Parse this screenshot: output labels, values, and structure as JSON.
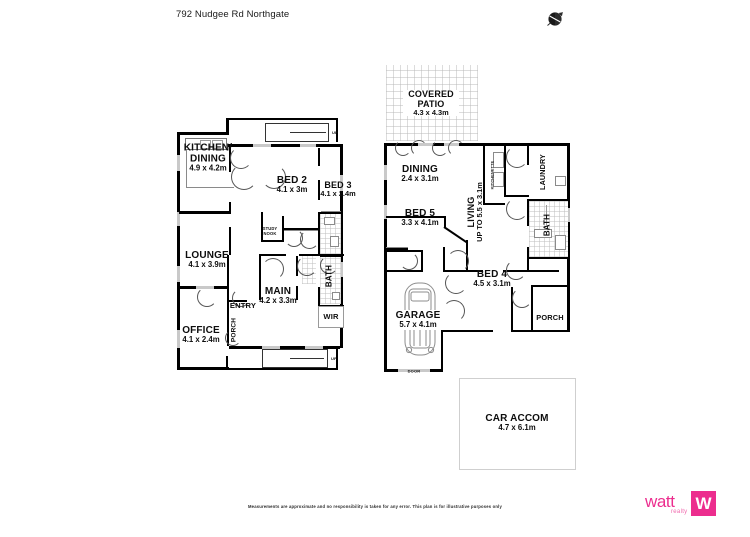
{
  "header": {
    "title": "792 Nudgee Rd Northgate",
    "compass_icon": "compass-north-arrow-icon"
  },
  "footer": {
    "disclaimer": "Measurements are approximate and no responsibility is taken for any error. This plan is for illustrative purposes only",
    "logo": {
      "word": "watt",
      "sub": "realty",
      "mark": "W",
      "color": "#ec2d8e"
    }
  },
  "floorplan": {
    "left_plan": {
      "rooms": [
        {
          "name": "KITCHEN/",
          "name2": "DINING",
          "dim": "4.9 x 4.2m"
        },
        {
          "name": "BED 2",
          "dim": "4.1 x 3m"
        },
        {
          "name": "BED 3",
          "dim": "4.1 x 2.4m"
        },
        {
          "name": "LOUNGE",
          "dim": "4.1 x 3.9m"
        },
        {
          "name": "MAIN",
          "dim": "4.2 x 3.3m"
        },
        {
          "name": "OFFICE",
          "dim": "4.1 x 2.4m"
        }
      ],
      "small_labels": {
        "entry": "ENTRY",
        "porch": "PORCH",
        "wir": "WIR",
        "bath": "BATH",
        "study_nook_1": "STUDY",
        "study_nook_2": "NOOK",
        "stair_up_top": "UP",
        "stair_up_bottom": "UP"
      }
    },
    "right_plan": {
      "rooms": [
        {
          "name": "COVERED",
          "name2": "PATIO",
          "dim": "4.3 x 4.3m"
        },
        {
          "name": "DINING",
          "dim": "2.4 x 3.1m"
        },
        {
          "name": "BED 5",
          "dim": "3.3 x 4.1m"
        },
        {
          "name": "BED 4",
          "dim": "4.5 x 3.1m"
        },
        {
          "name": "GARAGE",
          "dim": "5.7 x 4.1m"
        }
      ],
      "small_labels": {
        "living_1": "LIVING",
        "living_2": "UP TO 5.5 x 3.1m",
        "kitchenette": "KITCHENETTE",
        "laundry": "LAUNDRY",
        "bath": "BATH",
        "porch": "PORCH",
        "door": "DOOR"
      }
    },
    "car_accom": {
      "name": "CAR ACCOM",
      "dim": "4.7 x 6.1m"
    }
  }
}
